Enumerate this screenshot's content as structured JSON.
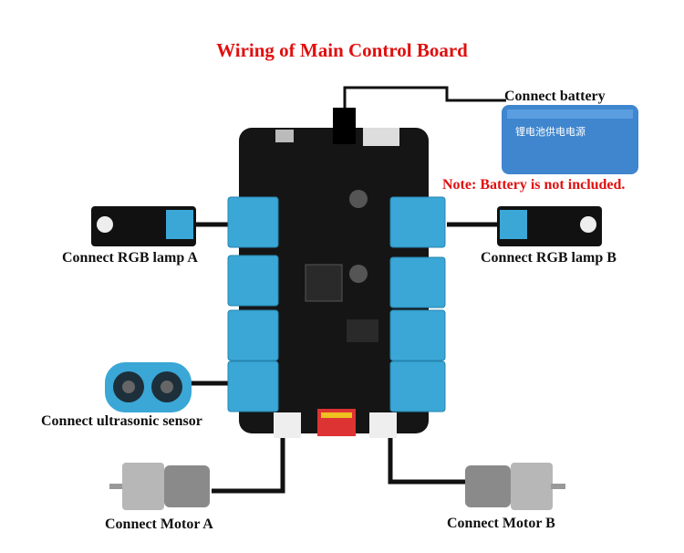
{
  "title": "Wiring of Main Control Board",
  "labels": {
    "battery": "Connect battery",
    "note": "Note: Battery is not included.",
    "rgb_a": "Connect RGB lamp A",
    "rgb_b": "Connect RGB lamp B",
    "ultrasonic": "Connect ultrasonic sensor",
    "motor_a": "Connect Motor A",
    "motor_b": "Connect Motor B"
  },
  "battery_print": "锂电池供电电源",
  "colors": {
    "title": "#e01010",
    "connector": "#3aa7d6",
    "board": "#111111",
    "battery": "#3f86cf"
  }
}
